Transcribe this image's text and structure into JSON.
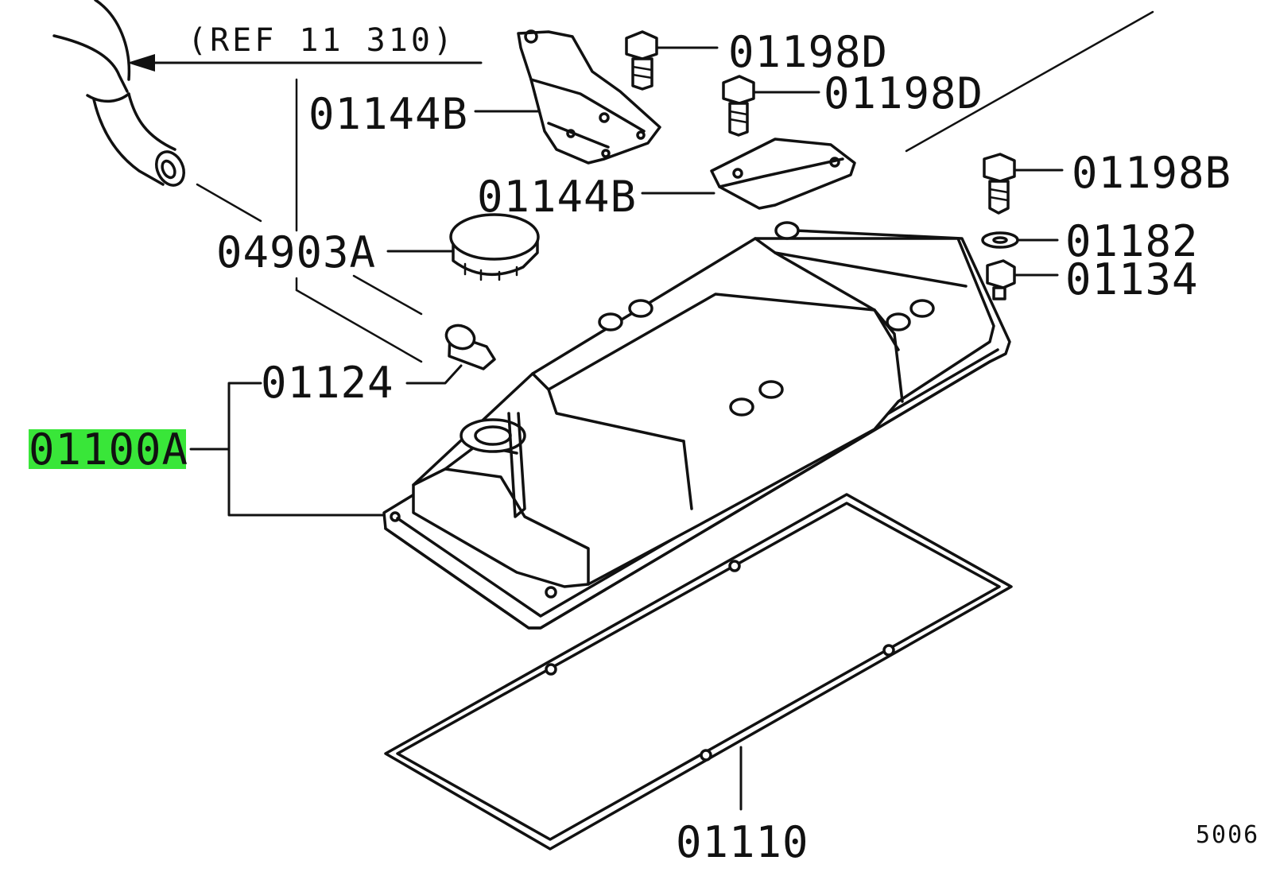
{
  "diagram": {
    "highlight_color": "#39e639",
    "line_color": "#111111",
    "reference": "(REF 11 310)",
    "labels": {
      "p01198D_top": "01198D",
      "p01198D_mid": "01198D",
      "p01144B_top": "01144B",
      "p01144B_mid": "01144B",
      "p01198B": "01198B",
      "p01182": "01182",
      "p01134": "01134",
      "p04903A": "04903A",
      "p01124": "01124",
      "p01100A": "01100A",
      "p01110": "01110"
    },
    "corner_code": "5006"
  }
}
